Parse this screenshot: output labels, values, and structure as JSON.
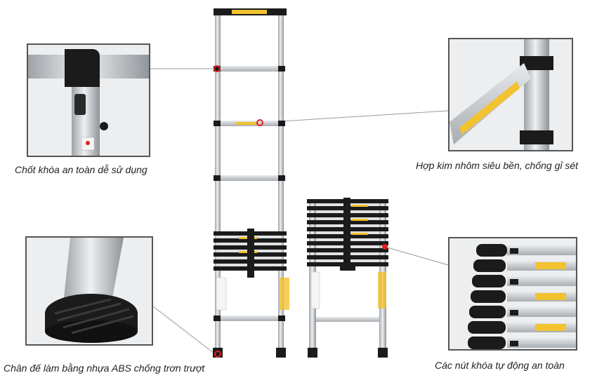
{
  "captions": {
    "safety_lock": "Chốt khóa an toàn dễ sử dụng",
    "aluminum": "Hợp kim nhôm siêu bền, chống gỉ sét",
    "abs_foot": "Chân đế làm bằng nhựa ABS chống trơn trượt",
    "auto_lock": "Các nút khóa tự động an toàn"
  },
  "colors": {
    "aluminum": "#c9ccd0",
    "rubber": "#1b1b1b",
    "label_yellow": "#f2c230",
    "marker_red": "#e02020",
    "frame": "#555555"
  }
}
